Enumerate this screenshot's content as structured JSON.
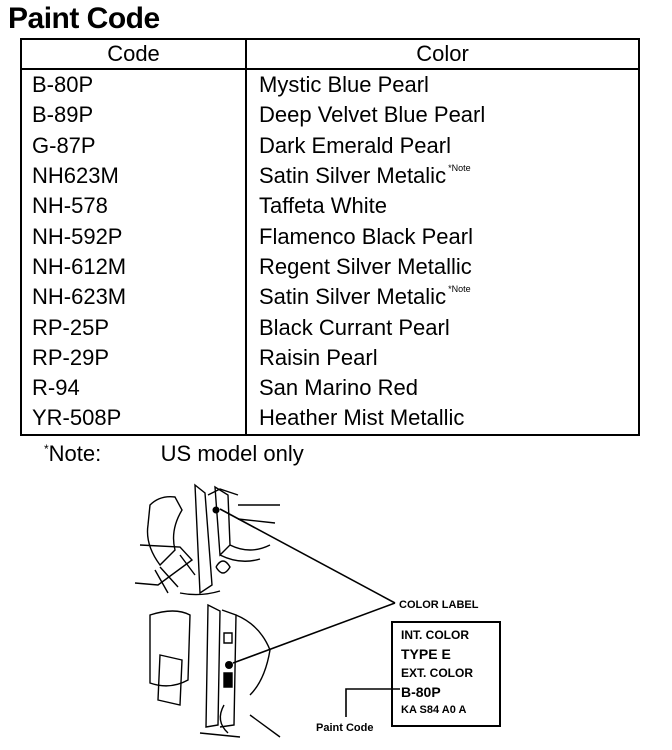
{
  "title": "Paint Code",
  "table": {
    "headers": {
      "code": "Code",
      "color": "Color"
    },
    "rows": [
      {
        "code": "B-80P",
        "color": "Mystic Blue Pearl"
      },
      {
        "code": "B-89P",
        "color": "Deep Velvet Blue Pearl"
      },
      {
        "code": "G-87P",
        "color": "Dark Emerald Pearl"
      },
      {
        "code": "NH623M",
        "color": "Satin Silver Metalic",
        "note": "*Note"
      },
      {
        "code": "NH-578",
        "color": "Taffeta White"
      },
      {
        "code": "NH-592P",
        "color": "Flamenco Black Pearl"
      },
      {
        "code": "NH-612M",
        "color": "Regent Silver Metallic"
      },
      {
        "code": "NH-623M",
        "color": "Satin Silver Metalic",
        "note": "*Note"
      },
      {
        "code": "RP-25P",
        "color": "Black Currant Pearl"
      },
      {
        "code": "RP-29P",
        "color": "Raisin Pearl"
      },
      {
        "code": "R-94",
        "color": "San Marino Red"
      },
      {
        "code": "YR-508P",
        "color": "Heather Mist Metallic"
      }
    ]
  },
  "footnote": {
    "star": "*",
    "label": "Note:",
    "text": "US model only"
  },
  "figure": {
    "color_label": "COLOR LABEL",
    "int_color_label": "INT. COLOR",
    "int_color_value": "TYPE E",
    "ext_color_label": "EXT. COLOR",
    "ext_color_value": "B-80P",
    "model_code": "KA S84 A0 A",
    "paint_code_caption": "Paint Code"
  }
}
